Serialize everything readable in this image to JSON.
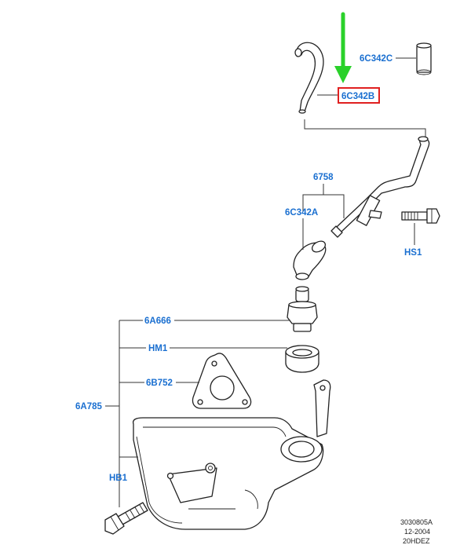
{
  "callouts": {
    "c342b": "6C342B",
    "c342c": "6C342C",
    "p6758": "6758",
    "c342a": "6C342A",
    "hs1": "HS1",
    "a666": "6A666",
    "hm1": "HM1",
    "b752": "6B752",
    "a785": "6A785",
    "hb1": "HB1"
  },
  "footer": {
    "ref": "3030805A",
    "date": "12-2004",
    "model": "20HDEZ"
  },
  "colors": {
    "callout_text": "#1a6fd0",
    "highlight_box": "#e02020",
    "pointer_arrow": "#2ad12a"
  }
}
